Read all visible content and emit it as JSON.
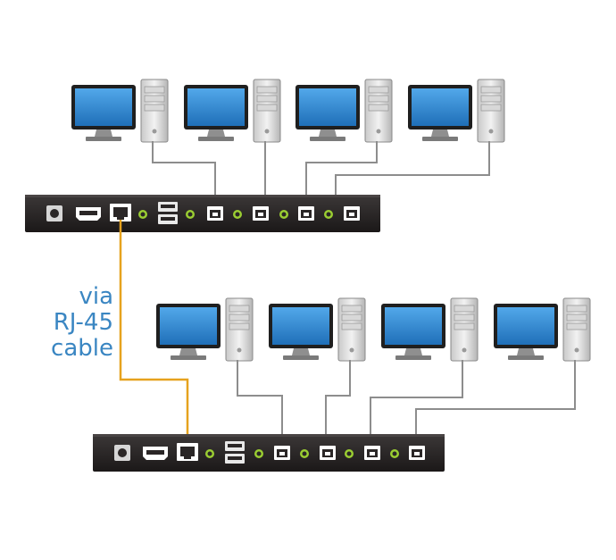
{
  "colors": {
    "background": "#ffffff",
    "cable": "#8d8d8d",
    "rj45_cable": "#e6a21e",
    "screen": "#2f8dd6",
    "switch_body": "#2a2626",
    "led": "#9acd32",
    "label": "#3a86c2"
  },
  "caption": {
    "line1": "via",
    "line2": "RJ-45",
    "line3": "cable"
  },
  "icons": {
    "computer": "desktop-computer-icon",
    "usb_b": "usb-b-port-icon",
    "rj45": "rj45-port-icon",
    "hdmi": "hdmi-port-icon",
    "power": "power-jack-icon",
    "usb_a": "usb-a-port-icon"
  },
  "units": [
    {
      "computer_count": 4
    },
    {
      "computer_count": 4
    }
  ]
}
